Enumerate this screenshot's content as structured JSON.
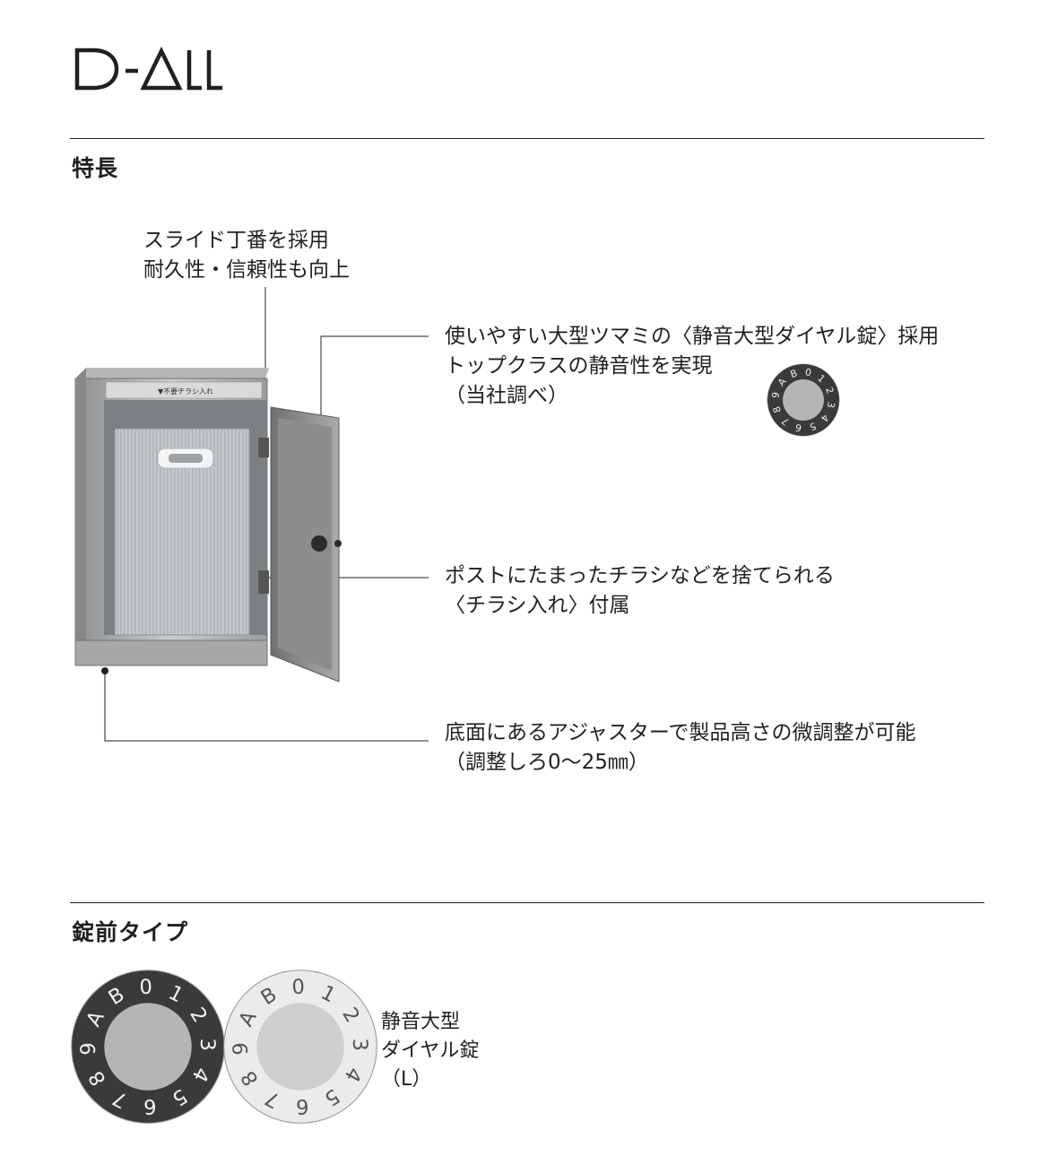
{
  "brand": {
    "logo_text": "D-ALL"
  },
  "features": {
    "heading": "特長",
    "callouts": [
      {
        "lines": [
          "スライド丁番を採用",
          "耐久性・信頼性も向上"
        ]
      },
      {
        "lines": [
          "使いやすい大型ツマミの〈静音大型ダイヤル錠〉採用",
          "トップクラスの静音性を実現",
          "（当社調べ）"
        ]
      },
      {
        "lines": [
          "ポストにたまったチラシなどを捨てられる",
          "〈チラシ入れ〉付属"
        ]
      },
      {
        "lines": [
          "底面にあるアジャスターで製品高さの微調整が可能",
          "（調整しろ0～25㎜）"
        ]
      }
    ],
    "product_label": "▼不要チラシ入れ"
  },
  "lock_types": {
    "heading": "錠前タイプ",
    "dial_digits": [
      "A",
      "B",
      "0",
      "1",
      "2",
      "3",
      "4",
      "5",
      "6",
      "7",
      "8",
      "9"
    ],
    "dials": [
      {
        "finish": "dark",
        "face": "#3a3a3c",
        "center": "#b5b5b5",
        "digit_color": "#f2f2f2"
      },
      {
        "finish": "light",
        "face": "#ebebeb",
        "center": "#cfcfcf",
        "digit_color": "#555555"
      }
    ],
    "caption_lines": [
      "静音大型",
      "ダイヤル錠",
      "（L）"
    ]
  }
}
